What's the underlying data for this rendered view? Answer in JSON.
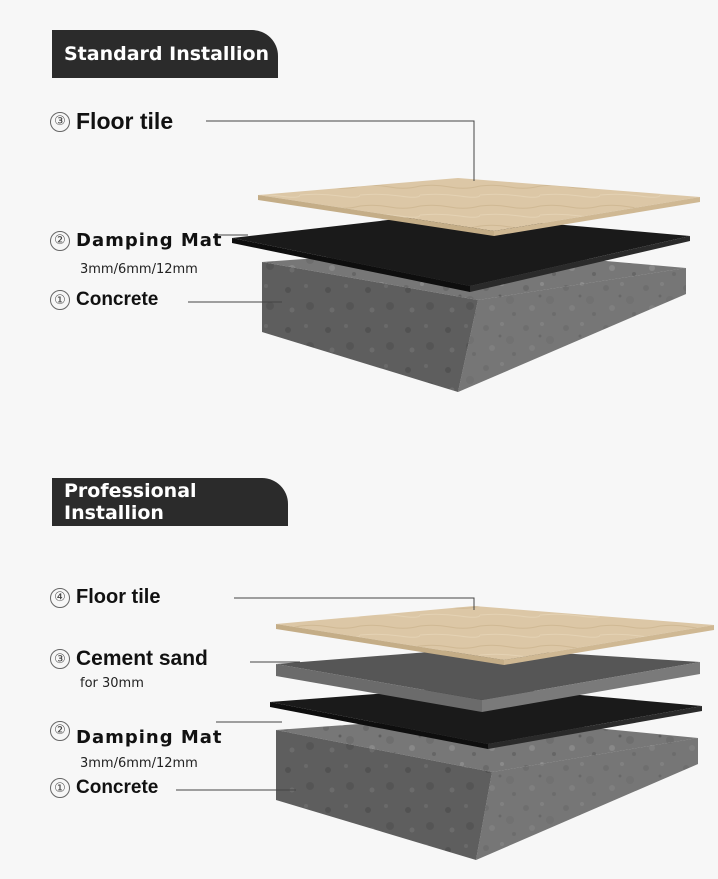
{
  "standard": {
    "title": "Standard Installion",
    "layers": [
      {
        "num": "③",
        "label": "Floor tile"
      },
      {
        "num": "②",
        "label": "Damping Mat",
        "sub": "3mm/6mm/12mm"
      },
      {
        "num": "①",
        "label": "Concrete"
      }
    ]
  },
  "professional": {
    "title": "Professional Installion",
    "layers": [
      {
        "num": "④",
        "label": "Floor tile"
      },
      {
        "num": "③",
        "label": "Cement sand",
        "sub": "for 30mm"
      },
      {
        "num": "②",
        "label": "Damping Mat",
        "sub": "3mm/6mm/12mm"
      },
      {
        "num": "①",
        "label": "Concrete"
      }
    ]
  },
  "colors": {
    "banner": "#2b2b2b",
    "tile": "#dcc7a6",
    "mat": "#1c1c1c",
    "cement_sand": "#5a5a5a",
    "concrete": "#7b7b7b"
  }
}
